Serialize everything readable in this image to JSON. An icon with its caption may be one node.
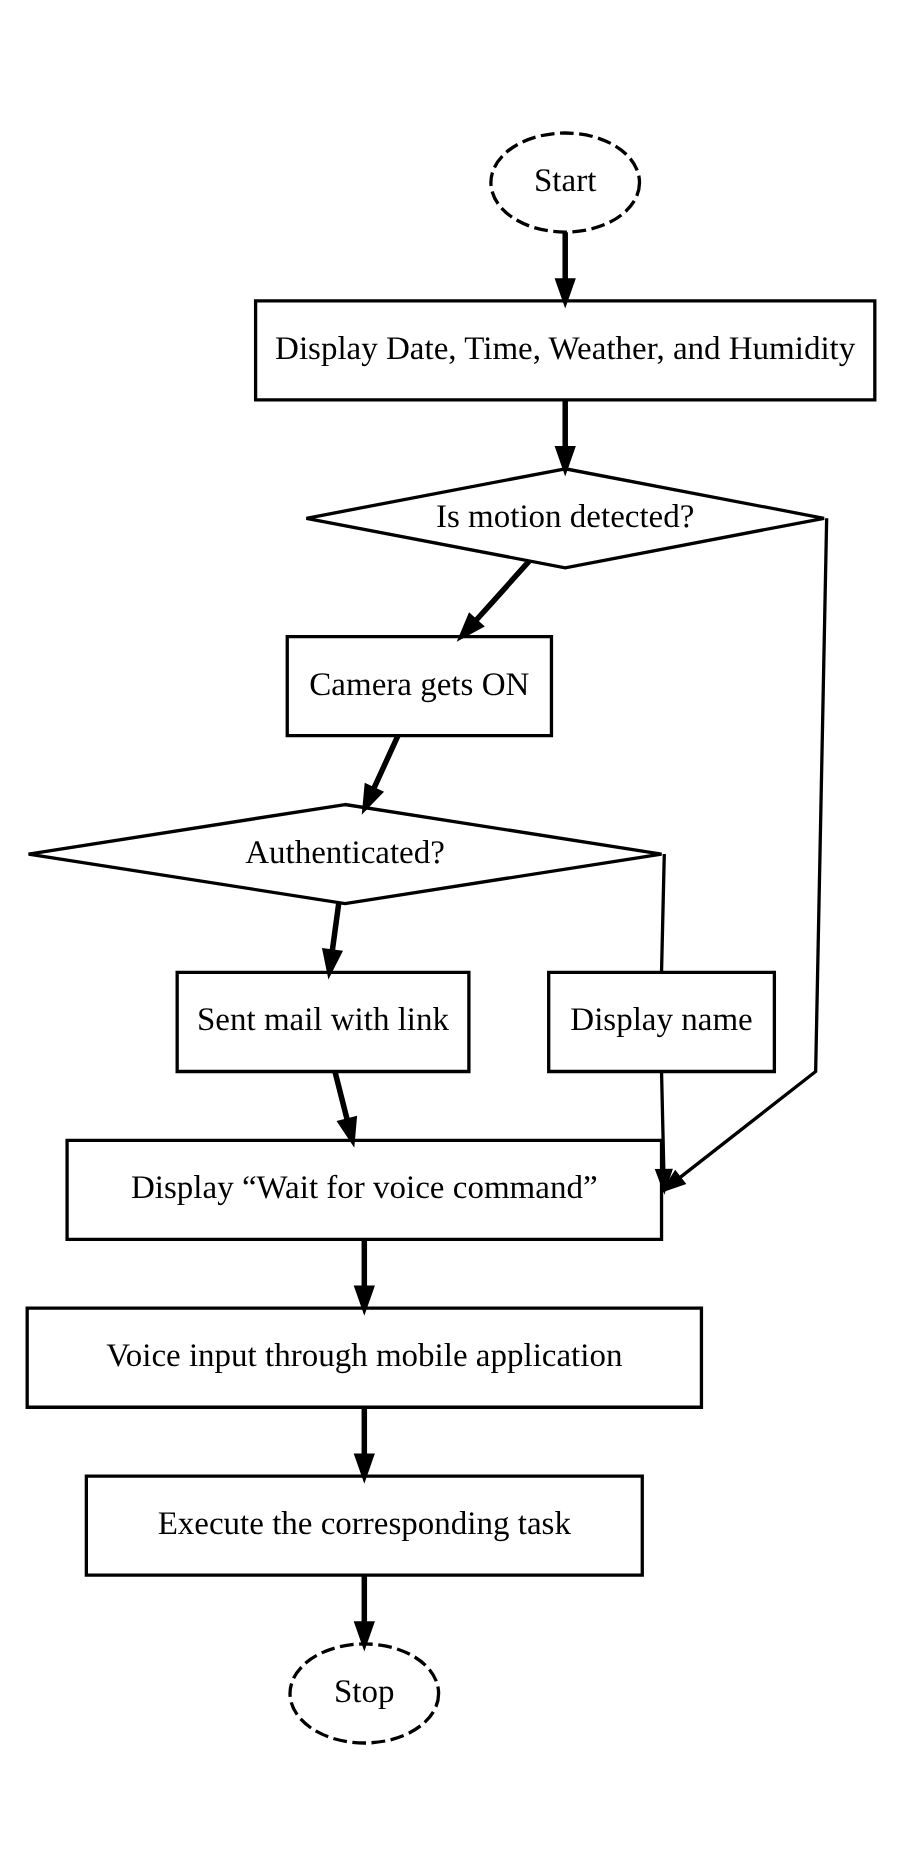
{
  "diagram": {
    "nodes": [
      {
        "text": [
          "Start"
        ]
      },
      {
        "text": [
          "Display Date, Time, Weather, and Humidity"
        ]
      },
      {
        "text": [
          "Is motion detected?"
        ]
      },
      {
        "text": [
          "Camera gets ON"
        ]
      },
      {
        "text": [
          "Authenticated?"
        ]
      },
      {
        "text": [
          "Sent mail with link"
        ]
      },
      {
        "text": [
          "Display name"
        ]
      },
      {
        "text": [
          "Display “Wait for voice command”"
        ]
      },
      {
        "text": [
          "Voice input through mobile application"
        ]
      },
      {
        "text": [
          "Execute the corresponding task"
        ]
      },
      {
        "text": [
          "Stop"
        ]
      }
    ],
    "edges": [
      {
        "from": 0,
        "to": 1,
        "arrow": "to"
      },
      {
        "from": 1,
        "to": 2,
        "arrow": "to"
      },
      {
        "from": 2,
        "to": 3,
        "arrow": "to"
      },
      {
        "from": 2,
        "to": 7,
        "arrow": "to"
      },
      {
        "from": 3,
        "to": 4,
        "arrow": "to"
      },
      {
        "from": 4,
        "to": 5,
        "arrow": "to"
      },
      {
        "from": 4,
        "to": 6,
        "arrow": "none"
      },
      {
        "from": 5,
        "to": 7,
        "arrow": "to"
      },
      {
        "from": 6,
        "to": 7,
        "arrow": "to"
      },
      {
        "from": 7,
        "to": 8,
        "arrow": "to"
      },
      {
        "from": 8,
        "to": 9,
        "arrow": "to"
      },
      {
        "from": 9,
        "to": 10,
        "arrow": "to"
      }
    ]
  }
}
